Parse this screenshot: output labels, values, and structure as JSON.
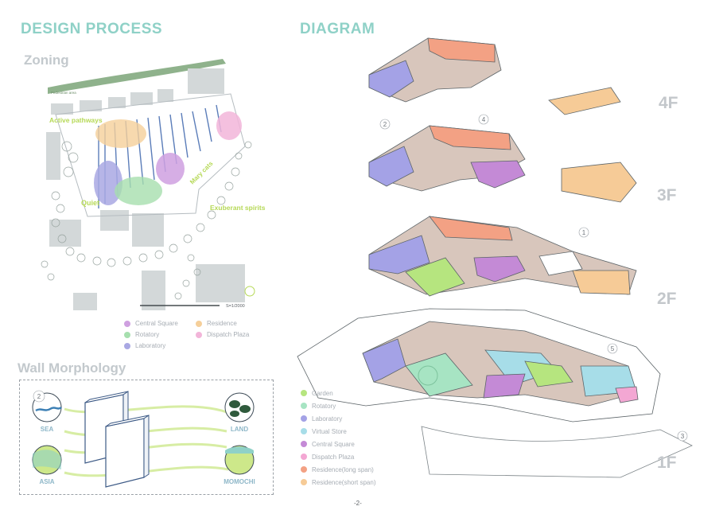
{
  "headings": {
    "design_process": "DESIGN PROCESS",
    "diagram": "DIAGRAM",
    "zoning": "Zoning",
    "wall_morphology": "Wall Morphology"
  },
  "zoning_map": {
    "labels": {
      "road": "Pedestrian area",
      "active_pathways": "Active pathways",
      "quiet": "Quiet",
      "mary_cats": "Mary cats",
      "exuberant_spirits": "Exuberant spirits",
      "scale": "S=1/2000"
    },
    "legend": [
      {
        "label": "Central Square",
        "color": "#cfa0e0"
      },
      {
        "label": "Residence",
        "color": "#f5cf9a"
      },
      {
        "label": "Rotatory",
        "color": "#a6dfae"
      },
      {
        "label": "Dispatch Plaza",
        "color": "#f2b5d9"
      },
      {
        "label": "Laboratory",
        "color": "#a9a8e3"
      }
    ]
  },
  "wall_morphology": {
    "labels": {
      "sea": "SEA",
      "asia": "ASIA",
      "land": "LAND",
      "momochi": "MOMOCHI"
    },
    "numbers": {
      "n2": "2"
    }
  },
  "diagram": {
    "floors": [
      "4F",
      "3F",
      "2F",
      "1F"
    ],
    "markers": [
      "1",
      "2",
      "3",
      "4",
      "5"
    ],
    "legend": [
      {
        "label": "Garden",
        "color": "#b6e57f"
      },
      {
        "label": "Rotatory",
        "color": "#a7e4c3"
      },
      {
        "label": "Laboratory",
        "color": "#a4a2e6"
      },
      {
        "label": "Virtual Store",
        "color": "#a7dde8"
      },
      {
        "label": "Central Square",
        "color": "#c48ad6"
      },
      {
        "label": "Dispatch Plaza",
        "color": "#f3a7d3"
      },
      {
        "label": "Residence(long span)",
        "color": "#f3a184"
      },
      {
        "label": "Residence(short span)",
        "color": "#f6cb97"
      }
    ]
  },
  "page_number": "-2-"
}
